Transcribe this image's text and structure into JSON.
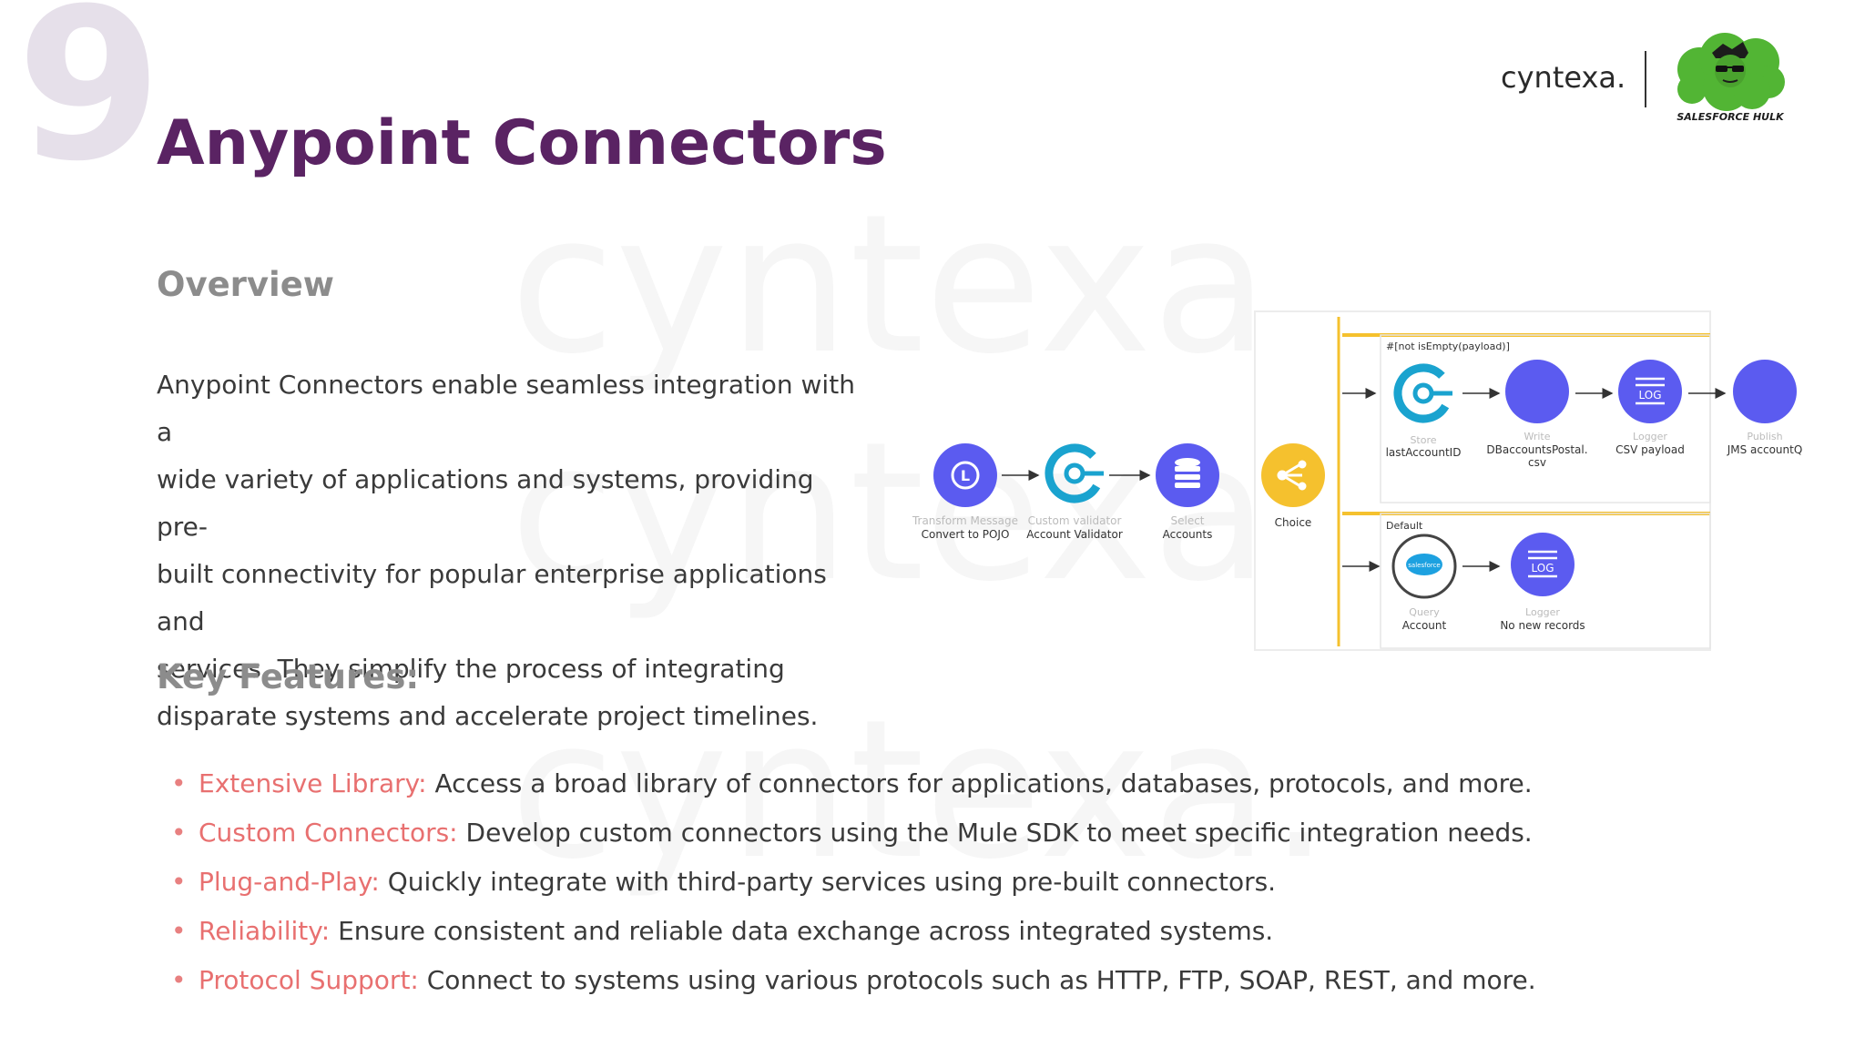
{
  "slide_number": "9",
  "title": "Anypoint Connectors",
  "brand": {
    "name": "cyntexa.",
    "logo_text": "SALESFORCE HULK"
  },
  "watermark": [
    "cyntexa.",
    "cyntexa.",
    "cyntexa."
  ],
  "overview": {
    "heading": "Overview",
    "lines": [
      "Anypoint Connectors enable seamless integration with a",
      "wide variety of applications and systems, providing pre-",
      "built connectivity for popular enterprise applications and",
      "services. They simplify the process of integrating",
      "disparate systems and accelerate project timelines."
    ]
  },
  "features": {
    "heading": "Key Features:",
    "items": [
      {
        "term": "Extensive Library:",
        "text": " Access a broad library of connectors for applications, databases, protocols, and more."
      },
      {
        "term": "Custom Connectors:",
        "text": " Develop custom connectors using the Mule SDK to meet specific integration needs."
      },
      {
        "term": "Plug-and-Play:",
        "text": " Quickly integrate with third-party services using pre-built connectors."
      },
      {
        "term": "Reliability:",
        "text": " Ensure consistent and reliable data exchange across integrated systems."
      },
      {
        "term": "Protocol Support:",
        "text": " Connect to systems using various protocols such as HTTP, FTP, SOAP, REST, and more."
      }
    ]
  },
  "diagram": {
    "nodes": {
      "transform": {
        "type": "Transform Message",
        "label": "Convert to POJO",
        "icon": "transform-icon"
      },
      "validator": {
        "type": "Custom validator",
        "label": "Account Validator",
        "icon": "validator-icon"
      },
      "select": {
        "type": "Select",
        "label": "Accounts",
        "icon": "database-icon"
      },
      "choice": {
        "label": "Choice",
        "icon": "choice-icon"
      },
      "store": {
        "type": "Store",
        "label": "lastAccountID",
        "icon": "validator-icon"
      },
      "write": {
        "type": "Write",
        "label": "DBaccountsPostal.",
        "label2": "csv",
        "icon": "file-icon"
      },
      "logger_csv": {
        "type": "Logger",
        "label": "CSV payload",
        "icon": "log-icon",
        "badge": "LOG"
      },
      "publish": {
        "type": "Publish",
        "label": "JMS accountQ",
        "icon": "queue-icon"
      },
      "query": {
        "type": "Query",
        "label": "Account",
        "icon": "salesforce-icon",
        "badge": "salesforce"
      },
      "logger_none": {
        "type": "Logger",
        "label": "No new records",
        "icon": "log-icon",
        "badge": "LOG"
      }
    },
    "branch_when": "#[not isEmpty(payload)]",
    "branch_default": "Default",
    "colors": {
      "blue": "#5b5bf0",
      "cyan": "#1aa3cf",
      "yellow": "#f5c12e",
      "branch_line": "#f5c12e",
      "salesforce": "#1da1e0"
    }
  }
}
